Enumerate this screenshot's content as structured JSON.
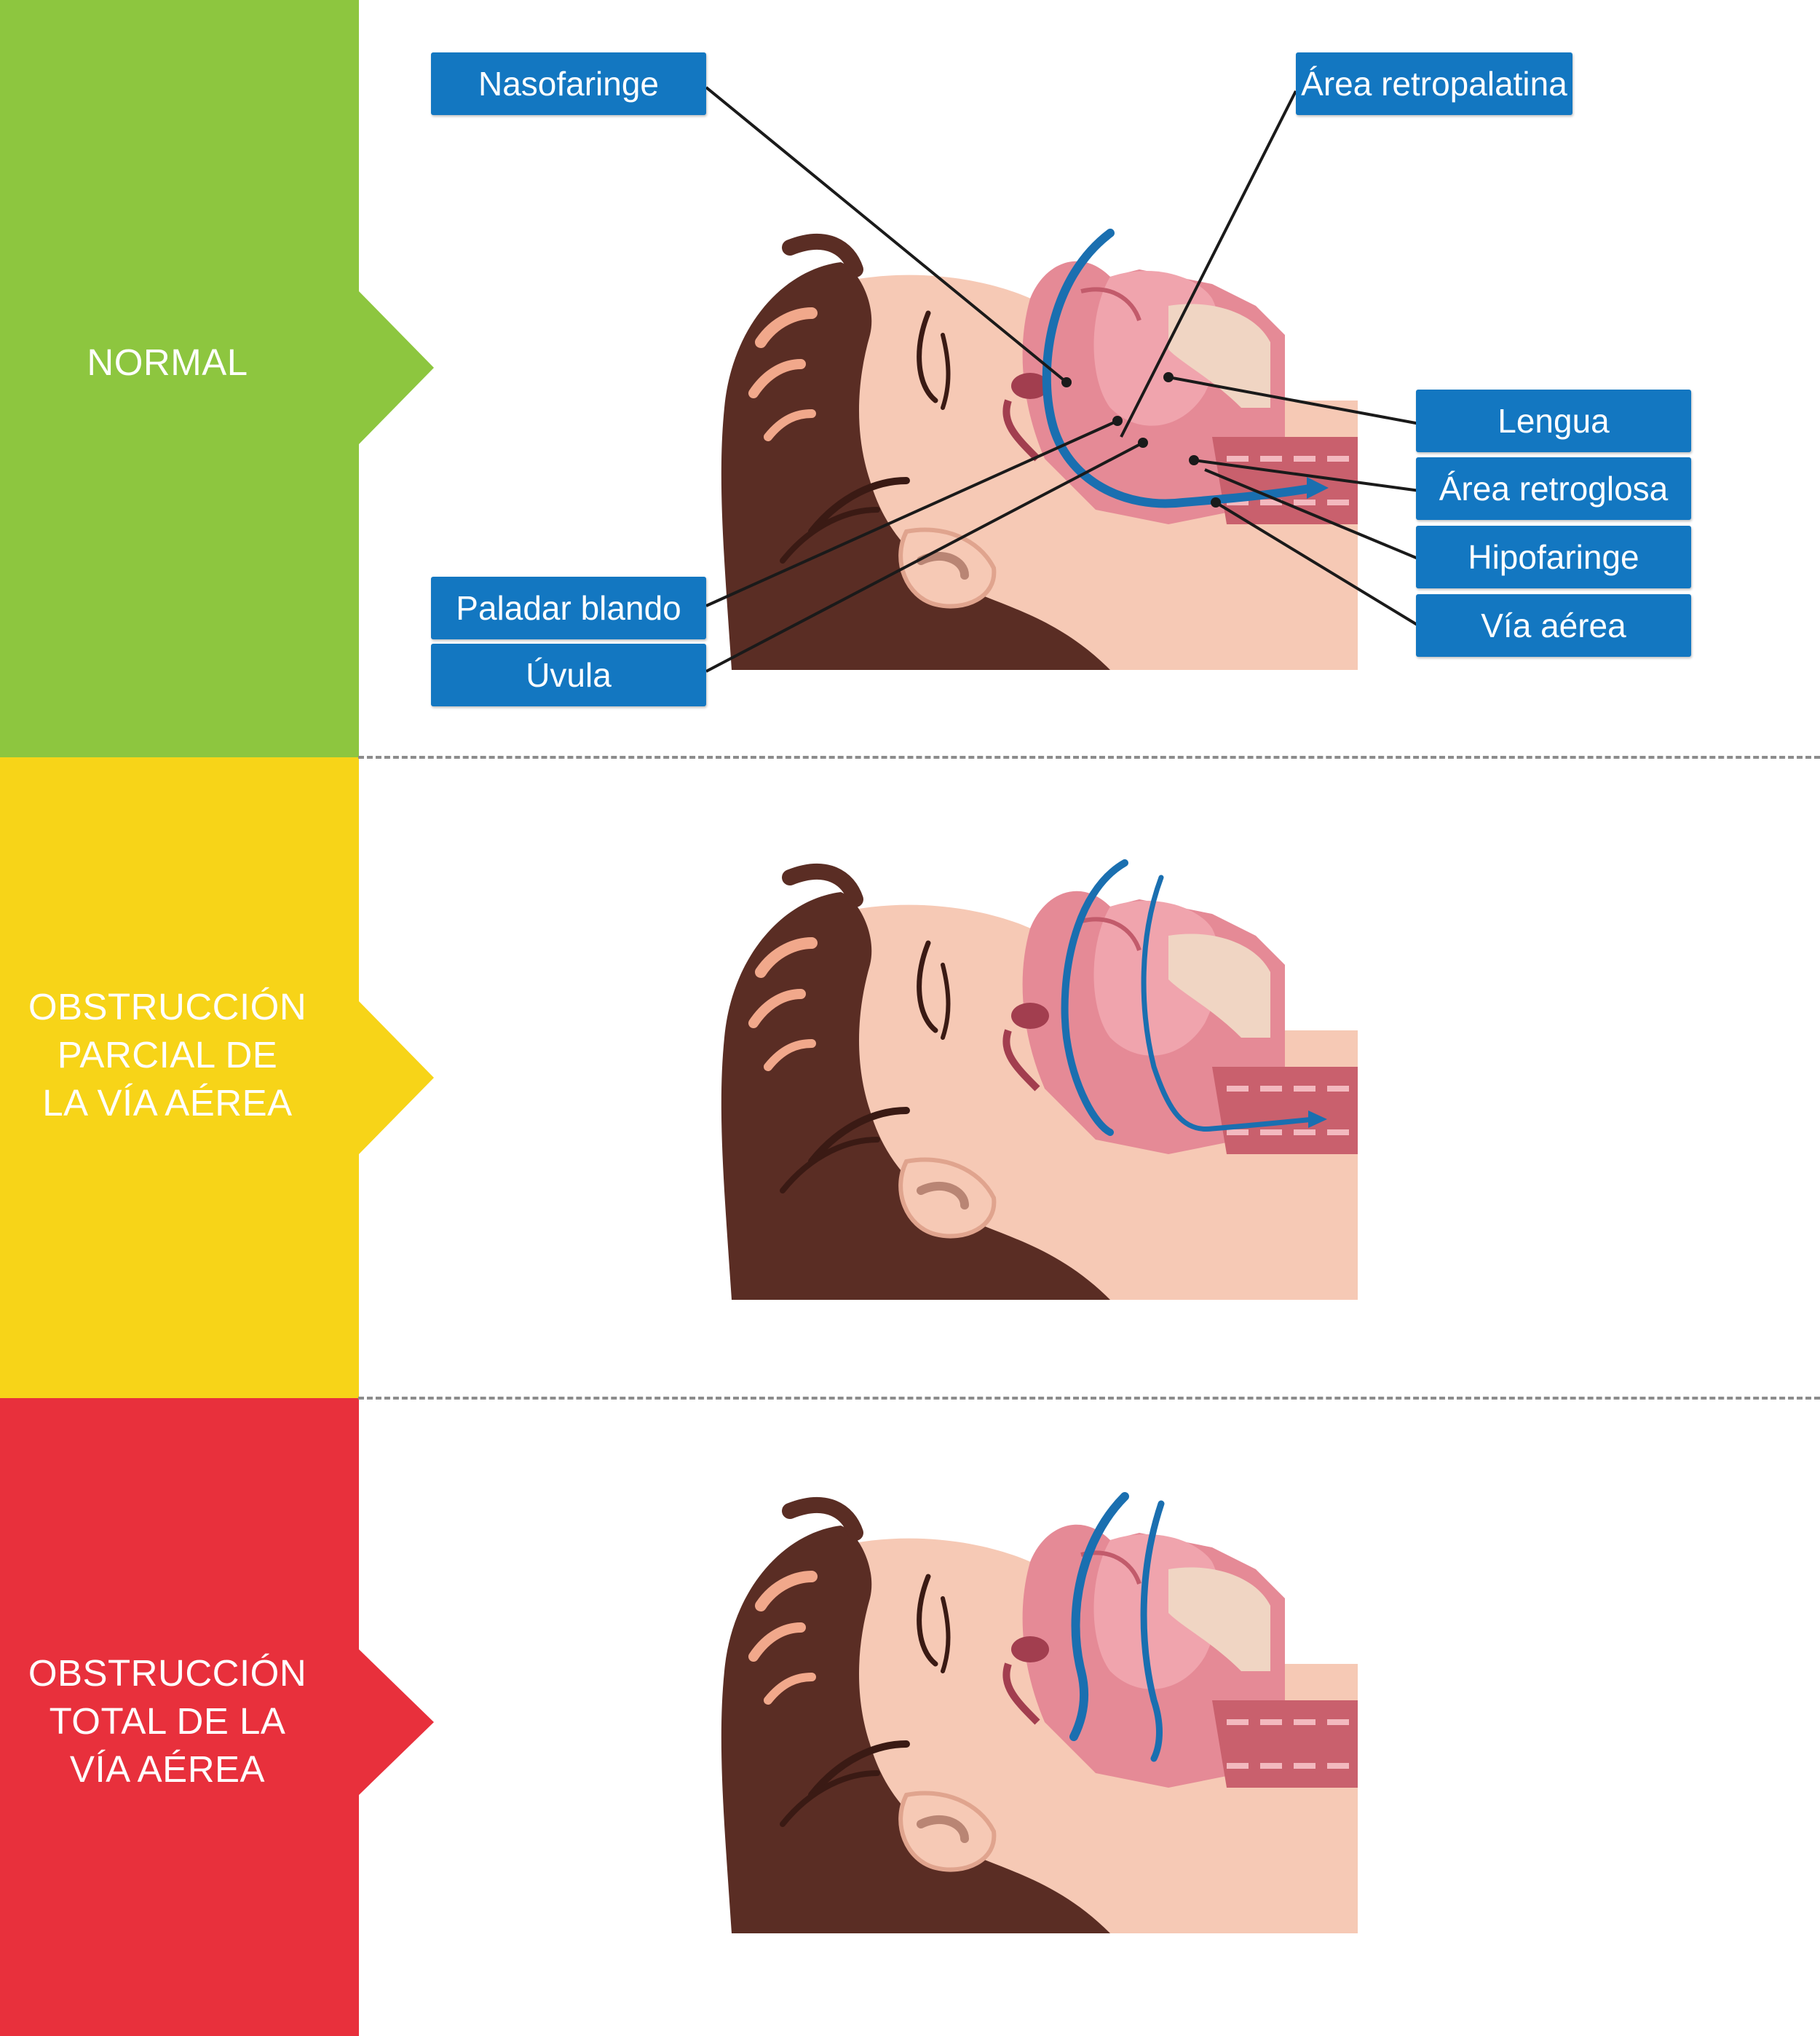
{
  "stages": [
    {
      "title": "NORMAL",
      "color": "#8dc63f"
    },
    {
      "title": "OBSTRUCCIÓN\nPARCIAL DE\nLA VÍA AÉREA",
      "color": "#f7d418"
    },
    {
      "title": "OBSTRUCCIÓN\nTOTAL DE LA\nVÍA AÉREA",
      "color": "#e8303c"
    }
  ],
  "labels": {
    "nasofaringe": "Nasofaringe",
    "area_retropalatina": "Área retropalatina",
    "lengua": "Lengua",
    "area_retroglosa": "Área retroglosa",
    "hipofaringe": "Hipofaringe",
    "via_aerea": "Vía aérea",
    "paladar_blando": "Paladar blando",
    "uvula": "Úvula"
  },
  "colors": {
    "label_bg": "#1377c1",
    "airflow": "#1a6fb0",
    "hair": "#5a2d24",
    "skin": "#f6c9b5",
    "tissue": "#e58a96"
  }
}
